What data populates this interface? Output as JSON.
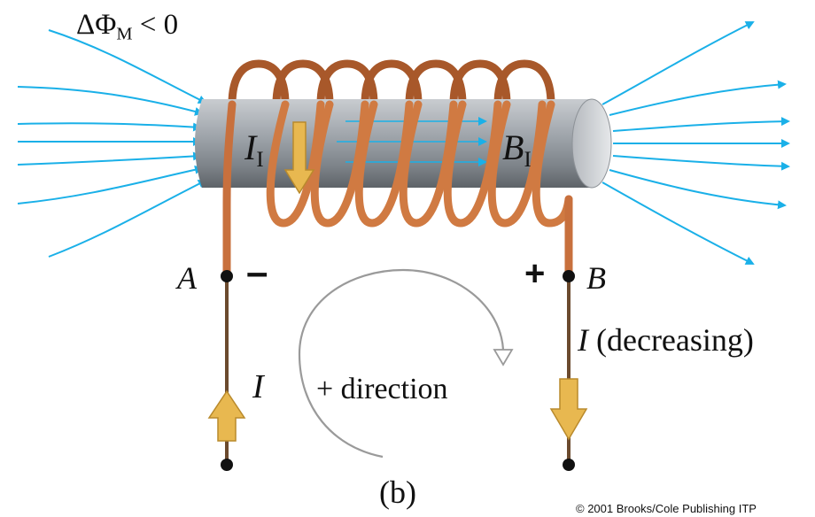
{
  "labels": {
    "flux_prefix": "ΔΦ",
    "flux_sub": "M",
    "flux_suffix": " < 0",
    "induced_current": "I",
    "induced_current_sub": "I",
    "induced_field": "B",
    "induced_field_sub": "I",
    "point_a": "A",
    "minus_sign": "–",
    "plus_sign": "+",
    "point_b": "B",
    "current_decreasing_symbol": "I",
    "current_decreasing_text": " (decreasing)",
    "current_left": "I",
    "direction": "+ direction",
    "figure_label": "(b)",
    "copyright": "© 2001 Brooks/Cole Publishing ITP"
  },
  "colors": {
    "field_lines": "#1ab0e8",
    "coil_wire": "#c8703d",
    "lead_wire": "#6b4a2e",
    "arrow_fill": "#e8b850",
    "core": "#9aa0a6",
    "direction_arc": "#9a9a9a",
    "terminal": "#111111"
  },
  "icons": {
    "induced_current_arrow": "down-arrow-icon",
    "left_current_arrow": "up-arrow-icon",
    "right_current_arrow": "down-arrow-icon",
    "direction_arc": "circular-arrow-icon"
  }
}
